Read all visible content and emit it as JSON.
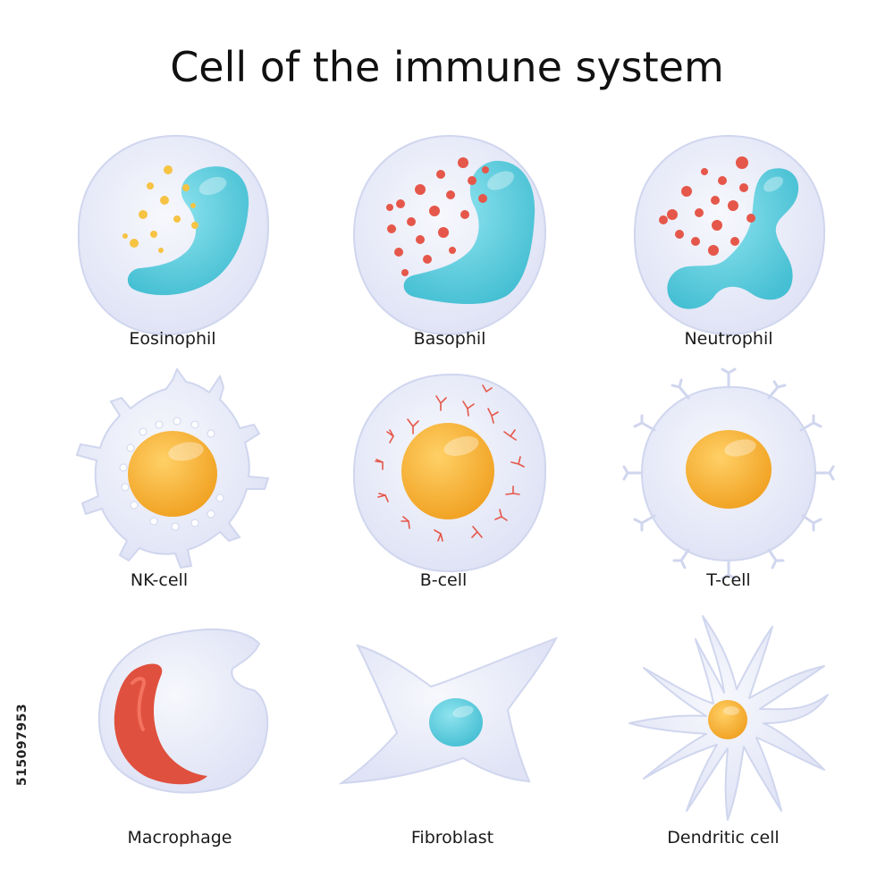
{
  "title": "Cell of the immune system",
  "stock_id": "515097953",
  "colors": {
    "membrane": "#e9ecf8",
    "membrane_edge": "#d4d9ef",
    "nucleus_blue": "#5fd0e0",
    "nucleus_orange": "#f8b431",
    "granule_red": "#e5574a",
    "granule_yellow": "#f6c343",
    "macrophage_red": "#e0503e"
  },
  "cells": [
    {
      "label": "Eosinophil",
      "icon": "eosinophil-icon"
    },
    {
      "label": "Basophil",
      "icon": "basophil-icon"
    },
    {
      "label": "Neutrophil",
      "icon": "neutrophil-icon"
    },
    {
      "label": "NK-cell",
      "icon": "nk-cell-icon"
    },
    {
      "label": "B-cell",
      "icon": "b-cell-icon"
    },
    {
      "label": "T-cell",
      "icon": "t-cell-icon"
    },
    {
      "label": "Macrophage",
      "icon": "macrophage-icon"
    },
    {
      "label": "Fibroblast",
      "icon": "fibroblast-icon"
    },
    {
      "label": "Dendritic cell",
      "icon": "dendritic-cell-icon"
    }
  ]
}
